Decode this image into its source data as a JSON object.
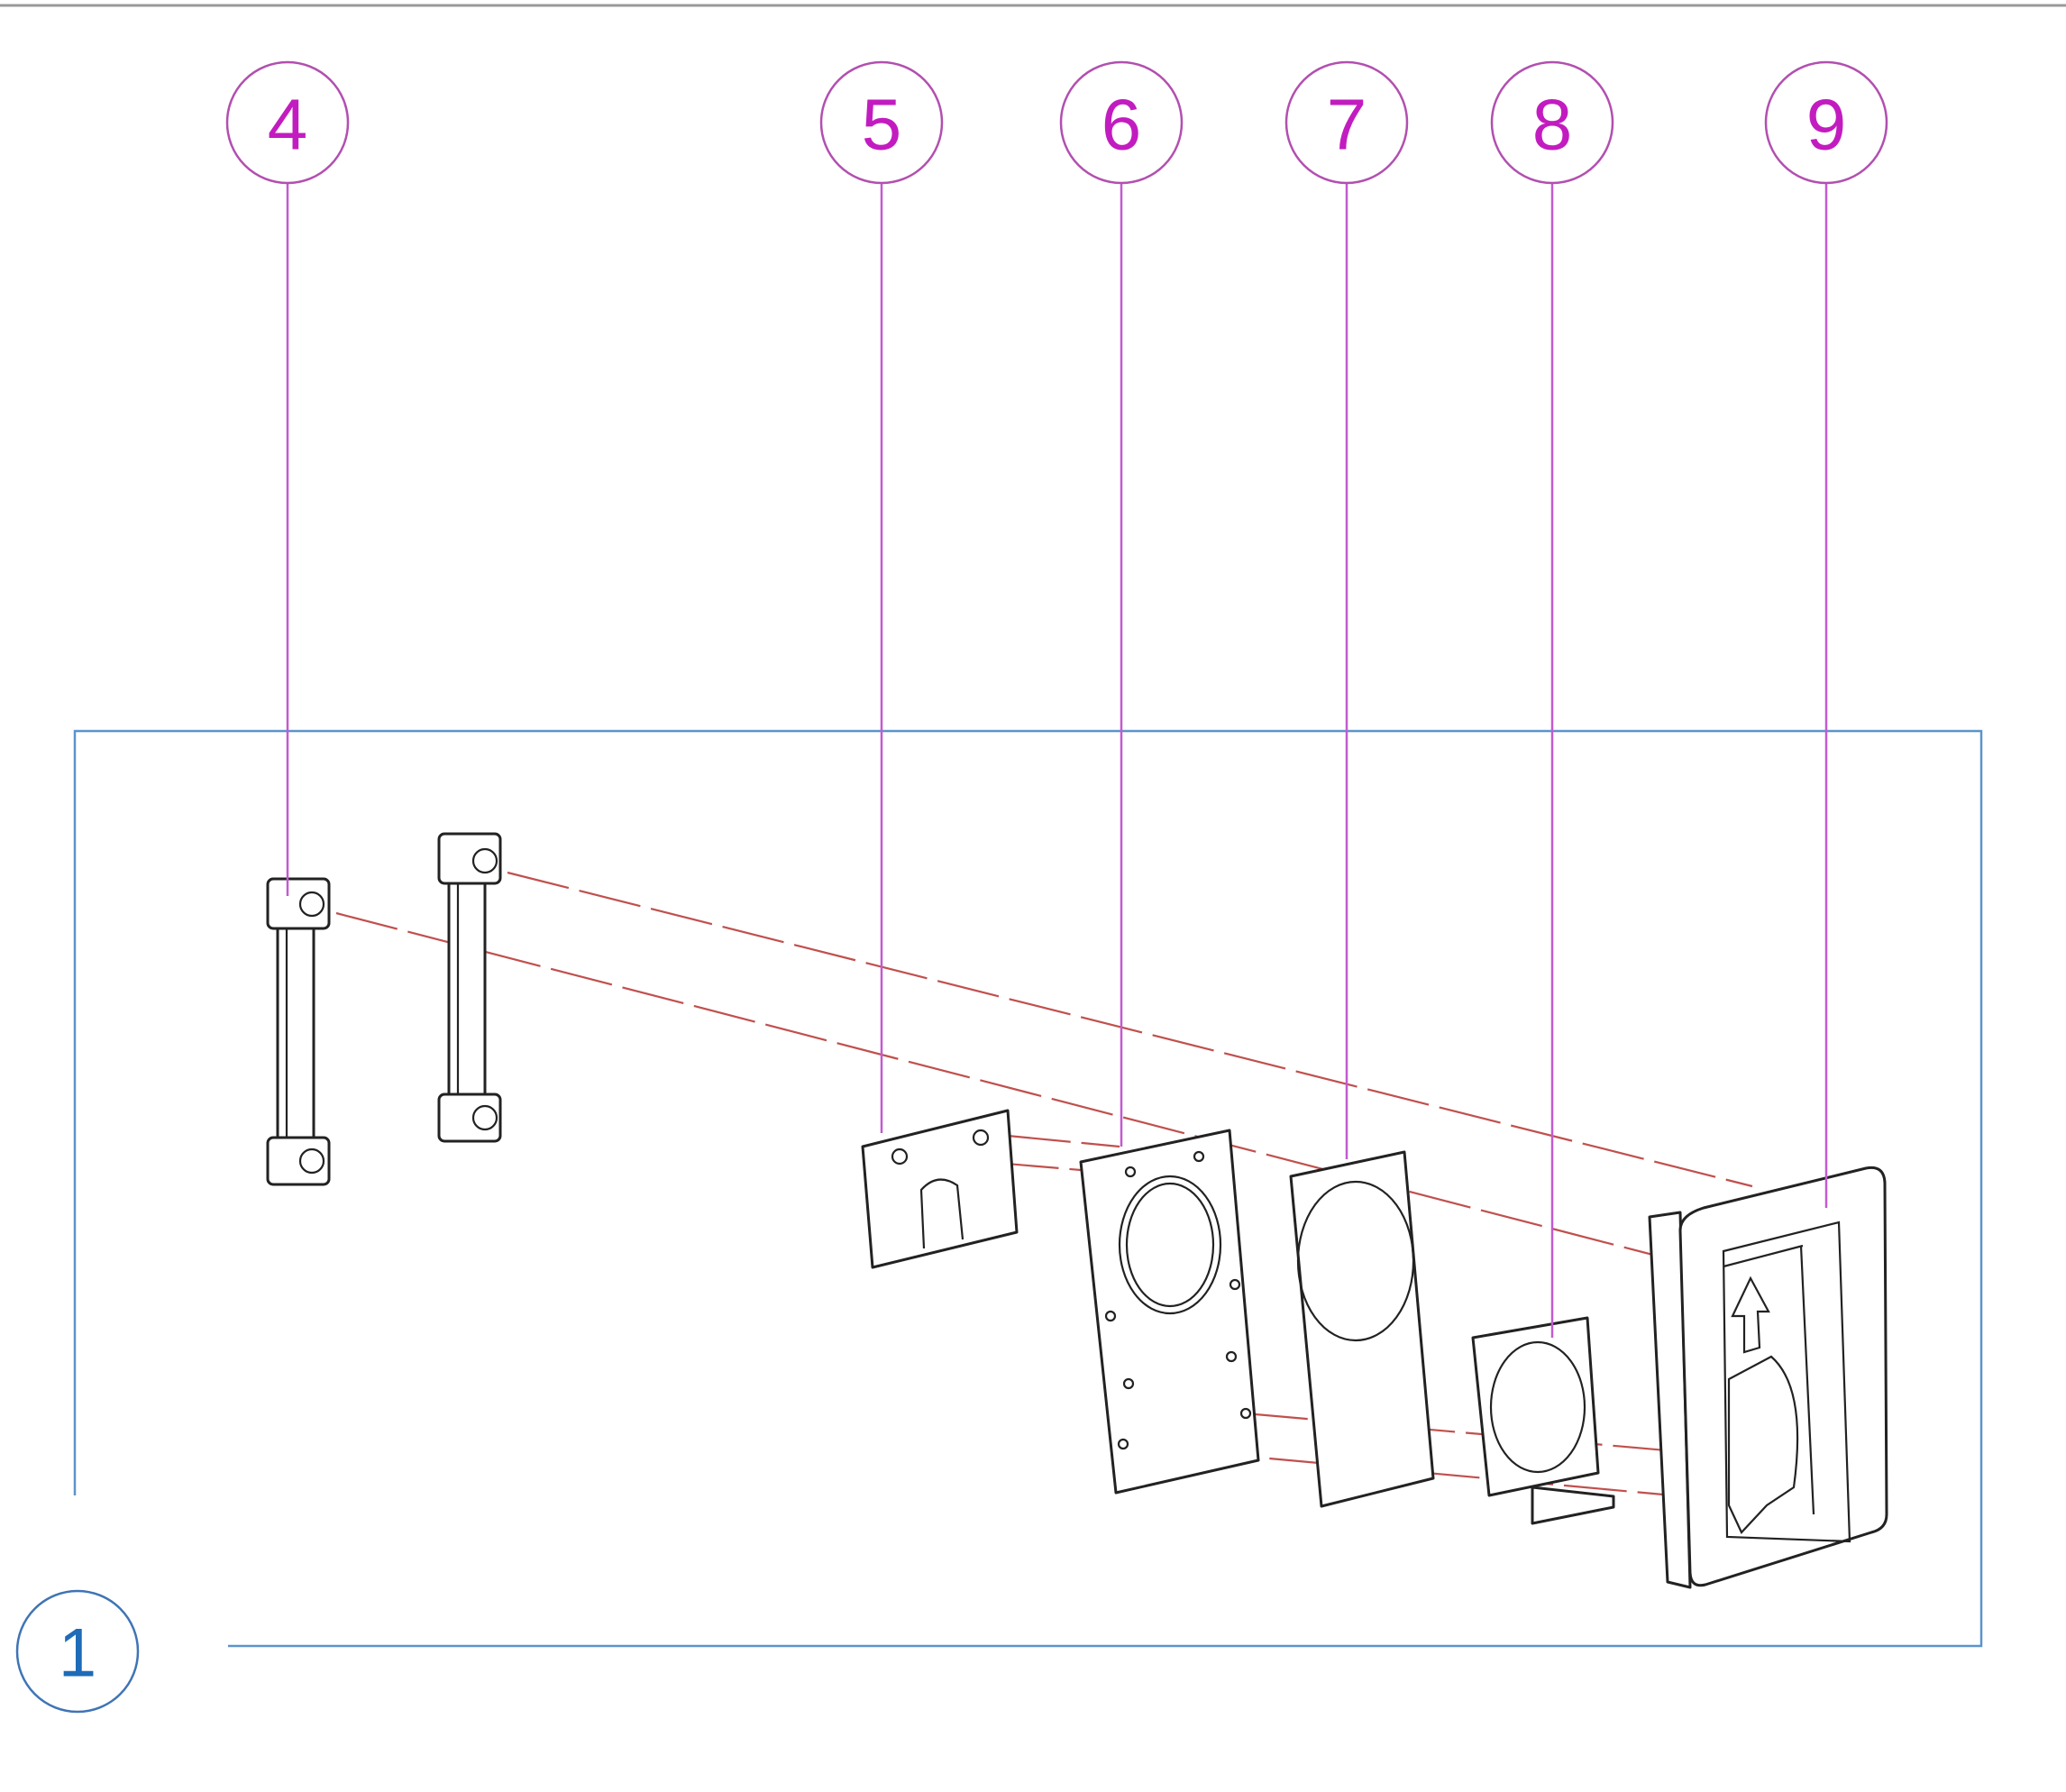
{
  "diagram": {
    "assembly_label": "1",
    "callouts": [
      {
        "label": "4"
      },
      {
        "label": "5"
      },
      {
        "label": "6"
      },
      {
        "label": "7"
      },
      {
        "label": "8"
      },
      {
        "label": "9"
      }
    ],
    "colors": {
      "callout": "#c21cc0",
      "assembly_box": "#5a94cc",
      "alignment_lines": "#c0504d"
    }
  }
}
